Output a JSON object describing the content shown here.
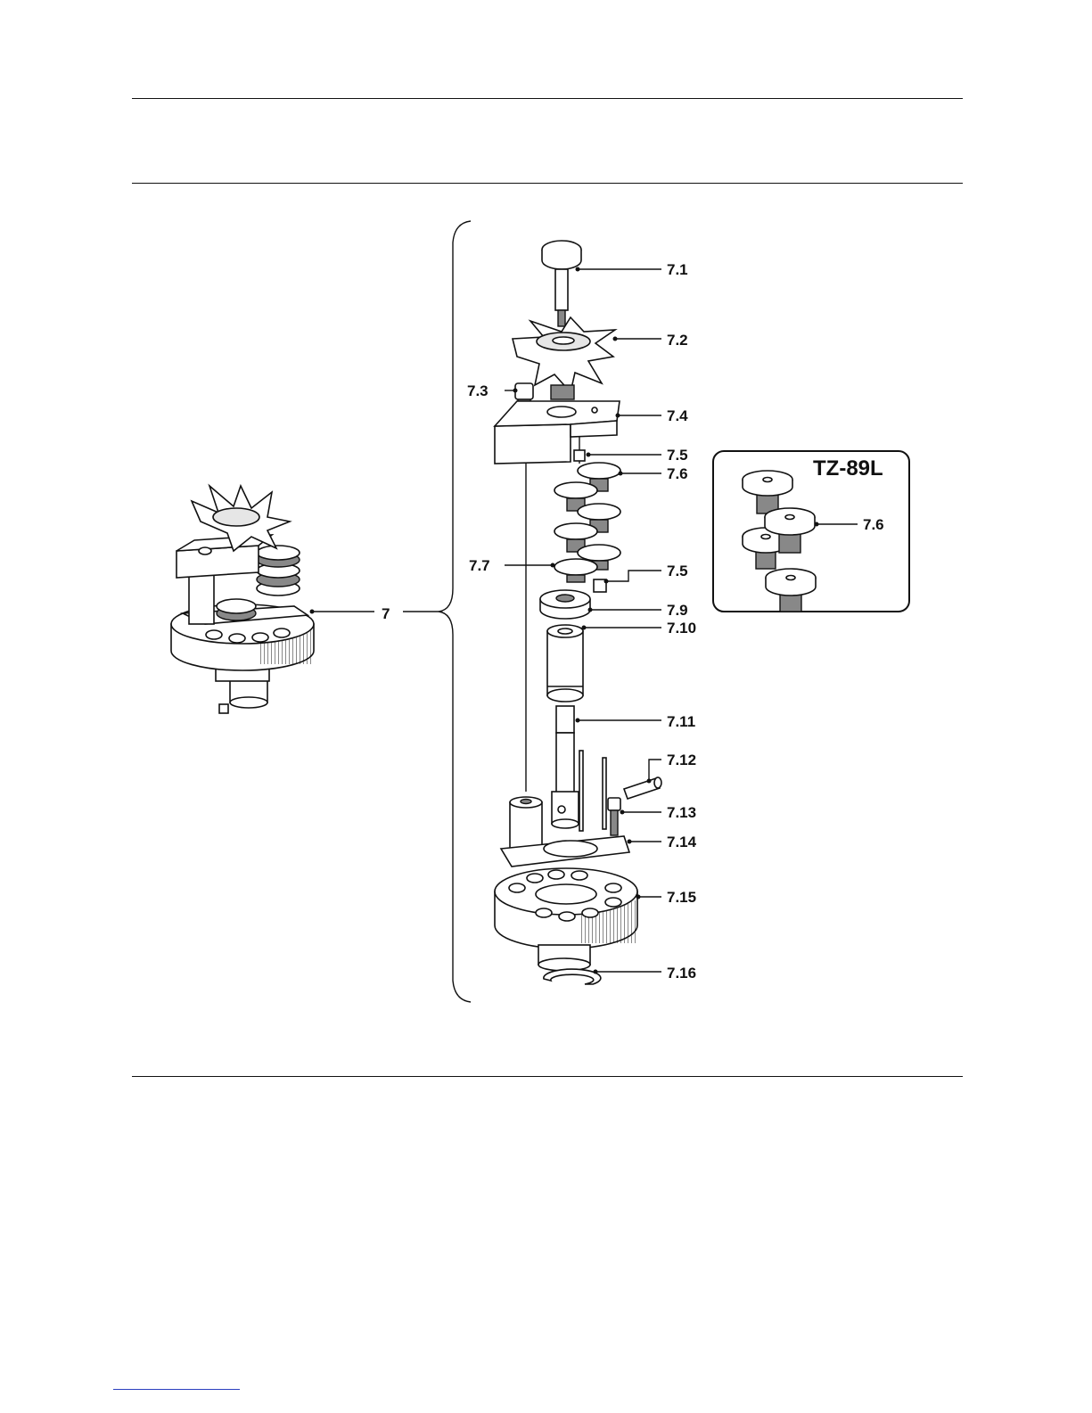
{
  "labels": {
    "assembly": "7",
    "p7_1": "7.1",
    "p7_2": "7.2",
    "p7_3": "7.3",
    "p7_4": "7.4",
    "p7_5a": "7.5",
    "p7_6": "7.6",
    "p7_7": "7.7",
    "p7_5b": "7.5",
    "p7_9": "7.9",
    "p7_10": "7.10",
    "p7_11": "7.11",
    "p7_12": "7.12",
    "p7_13": "7.13",
    "p7_14": "7.14",
    "p7_15": "7.15",
    "p7_16": "7.16"
  },
  "inset": {
    "title": "TZ-89L",
    "part_label": "7.6"
  }
}
